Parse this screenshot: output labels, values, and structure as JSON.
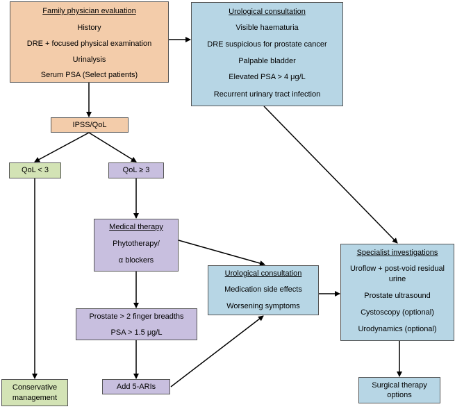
{
  "family_eval": {
    "title": "Family physician evaluation",
    "items": [
      "History",
      "DRE + focused physical examination",
      "Urinalysis",
      "Serum PSA (Select patients)"
    ]
  },
  "uro_consult_top": {
    "title": "Urological consultation",
    "items": [
      "Visible haematuria",
      "DRE suspicious for prostate cancer",
      "Palpable bladder",
      "Elevated PSA > 4 μg/L",
      "Recurrent urinary tract infection"
    ]
  },
  "ipss": {
    "label": "IPSS/QoL"
  },
  "qol_low": {
    "label": "QoL < 3"
  },
  "qol_high": {
    "label": "QoL ≥ 3"
  },
  "medical_therapy": {
    "title": "Medical therapy",
    "items": [
      "Phytotherapy/",
      "α blockers"
    ]
  },
  "prostate_size": {
    "items": [
      "Prostate > 2 finger breadths",
      "PSA > 1.5 μg/L"
    ]
  },
  "add_5ari": {
    "label": "Add 5-ARIs"
  },
  "conservative": {
    "items": [
      "Conservative",
      "management"
    ]
  },
  "uro_consult_mid": {
    "title": "Urological consultation",
    "items": [
      "Medication side effects",
      "Worsening symptoms"
    ]
  },
  "specialist": {
    "title": "Specialist investigations",
    "items": [
      "Uroflow + post-void residual",
      "urine",
      "Prostate ultrasound",
      "Cystoscopy (optional)",
      "Urodynamics (optional)"
    ]
  },
  "surgical": {
    "items": [
      "Surgical therapy",
      "options"
    ]
  },
  "colors": {
    "peach": "#f3ccaa",
    "blue": "#b7d6e5",
    "purple": "#c8bfdf",
    "green": "#d3e3b5"
  }
}
